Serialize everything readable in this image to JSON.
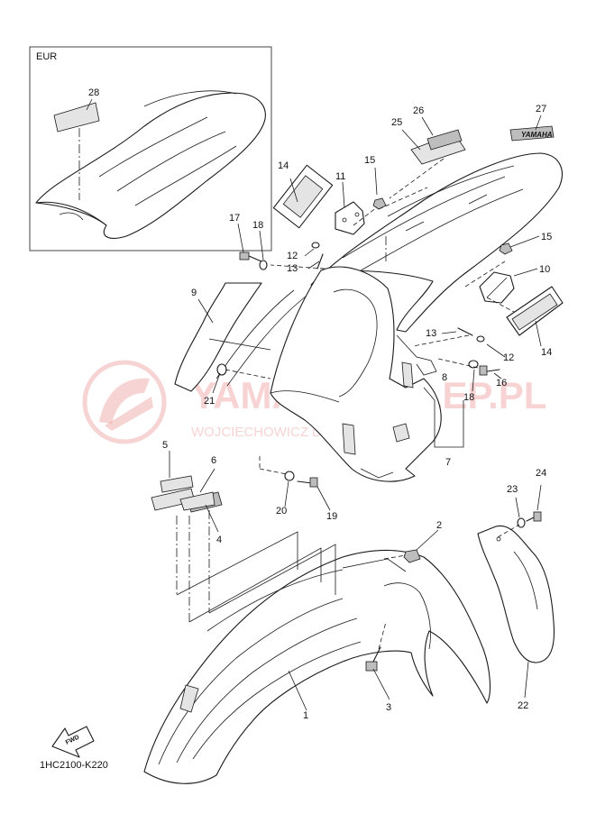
{
  "inset": {
    "label": "EUR"
  },
  "diagram_code": "1HC2100-K220",
  "direction_label": "FWD",
  "brand_decal_text": "YAMAHA",
  "watermark": {
    "title": "YAMAHA-SKLEP.PL",
    "subtitle": "WOJCIECHOWICZ DEALER YAMAHA",
    "color": "#e87c7c"
  },
  "callouts": [
    {
      "n": "1"
    },
    {
      "n": "2"
    },
    {
      "n": "3"
    },
    {
      "n": "4"
    },
    {
      "n": "5"
    },
    {
      "n": "6"
    },
    {
      "n": "7"
    },
    {
      "n": "8"
    },
    {
      "n": "9"
    },
    {
      "n": "10"
    },
    {
      "n": "11"
    },
    {
      "n": "12"
    },
    {
      "n": "12"
    },
    {
      "n": "13"
    },
    {
      "n": "13"
    },
    {
      "n": "14"
    },
    {
      "n": "14"
    },
    {
      "n": "15"
    },
    {
      "n": "15"
    },
    {
      "n": "16"
    },
    {
      "n": "17"
    },
    {
      "n": "18"
    },
    {
      "n": "18"
    },
    {
      "n": "19"
    },
    {
      "n": "20"
    },
    {
      "n": "21"
    },
    {
      "n": "22"
    },
    {
      "n": "23"
    },
    {
      "n": "24"
    },
    {
      "n": "25"
    },
    {
      "n": "26"
    },
    {
      "n": "27"
    },
    {
      "n": "28"
    }
  ]
}
